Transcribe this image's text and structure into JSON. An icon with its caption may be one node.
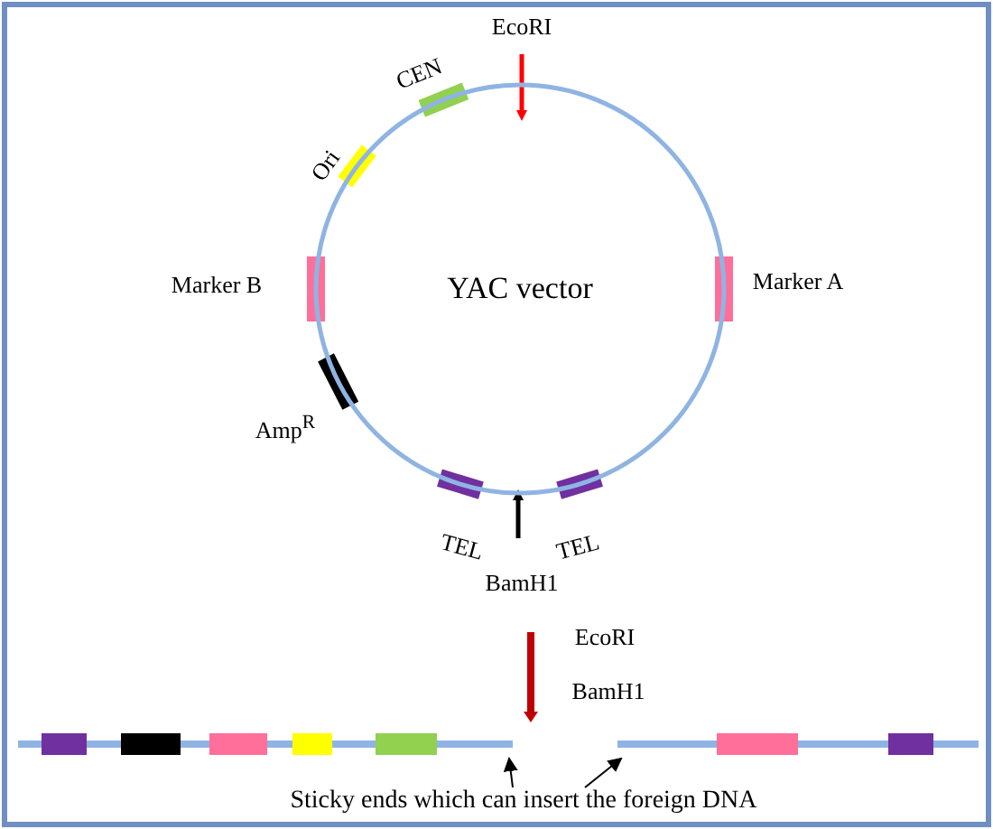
{
  "diagram": {
    "nodes": [
      {
        "text": [
          "YAC vector"
        ]
      },
      {
        "text": [],
        "shape": "bar"
      },
      {
        "text": [],
        "shape": "bar"
      },
      {
        "text": [
          "Sticky ends which can insert the foreign DNA"
        ]
      }
    ],
    "edges": [
      {
        "from": 3,
        "to": 1,
        "arrow": "to"
      },
      {
        "from": 3,
        "to": 2,
        "arrow": "to"
      }
    ],
    "labels": [
      "EcoRI",
      "CEN",
      "Ori",
      "Marker B",
      "Marker A",
      "Amp$^{R}$",
      "TEL",
      "TEL",
      "BamH1",
      "EcoRI",
      "BamH1"
    ]
  }
}
